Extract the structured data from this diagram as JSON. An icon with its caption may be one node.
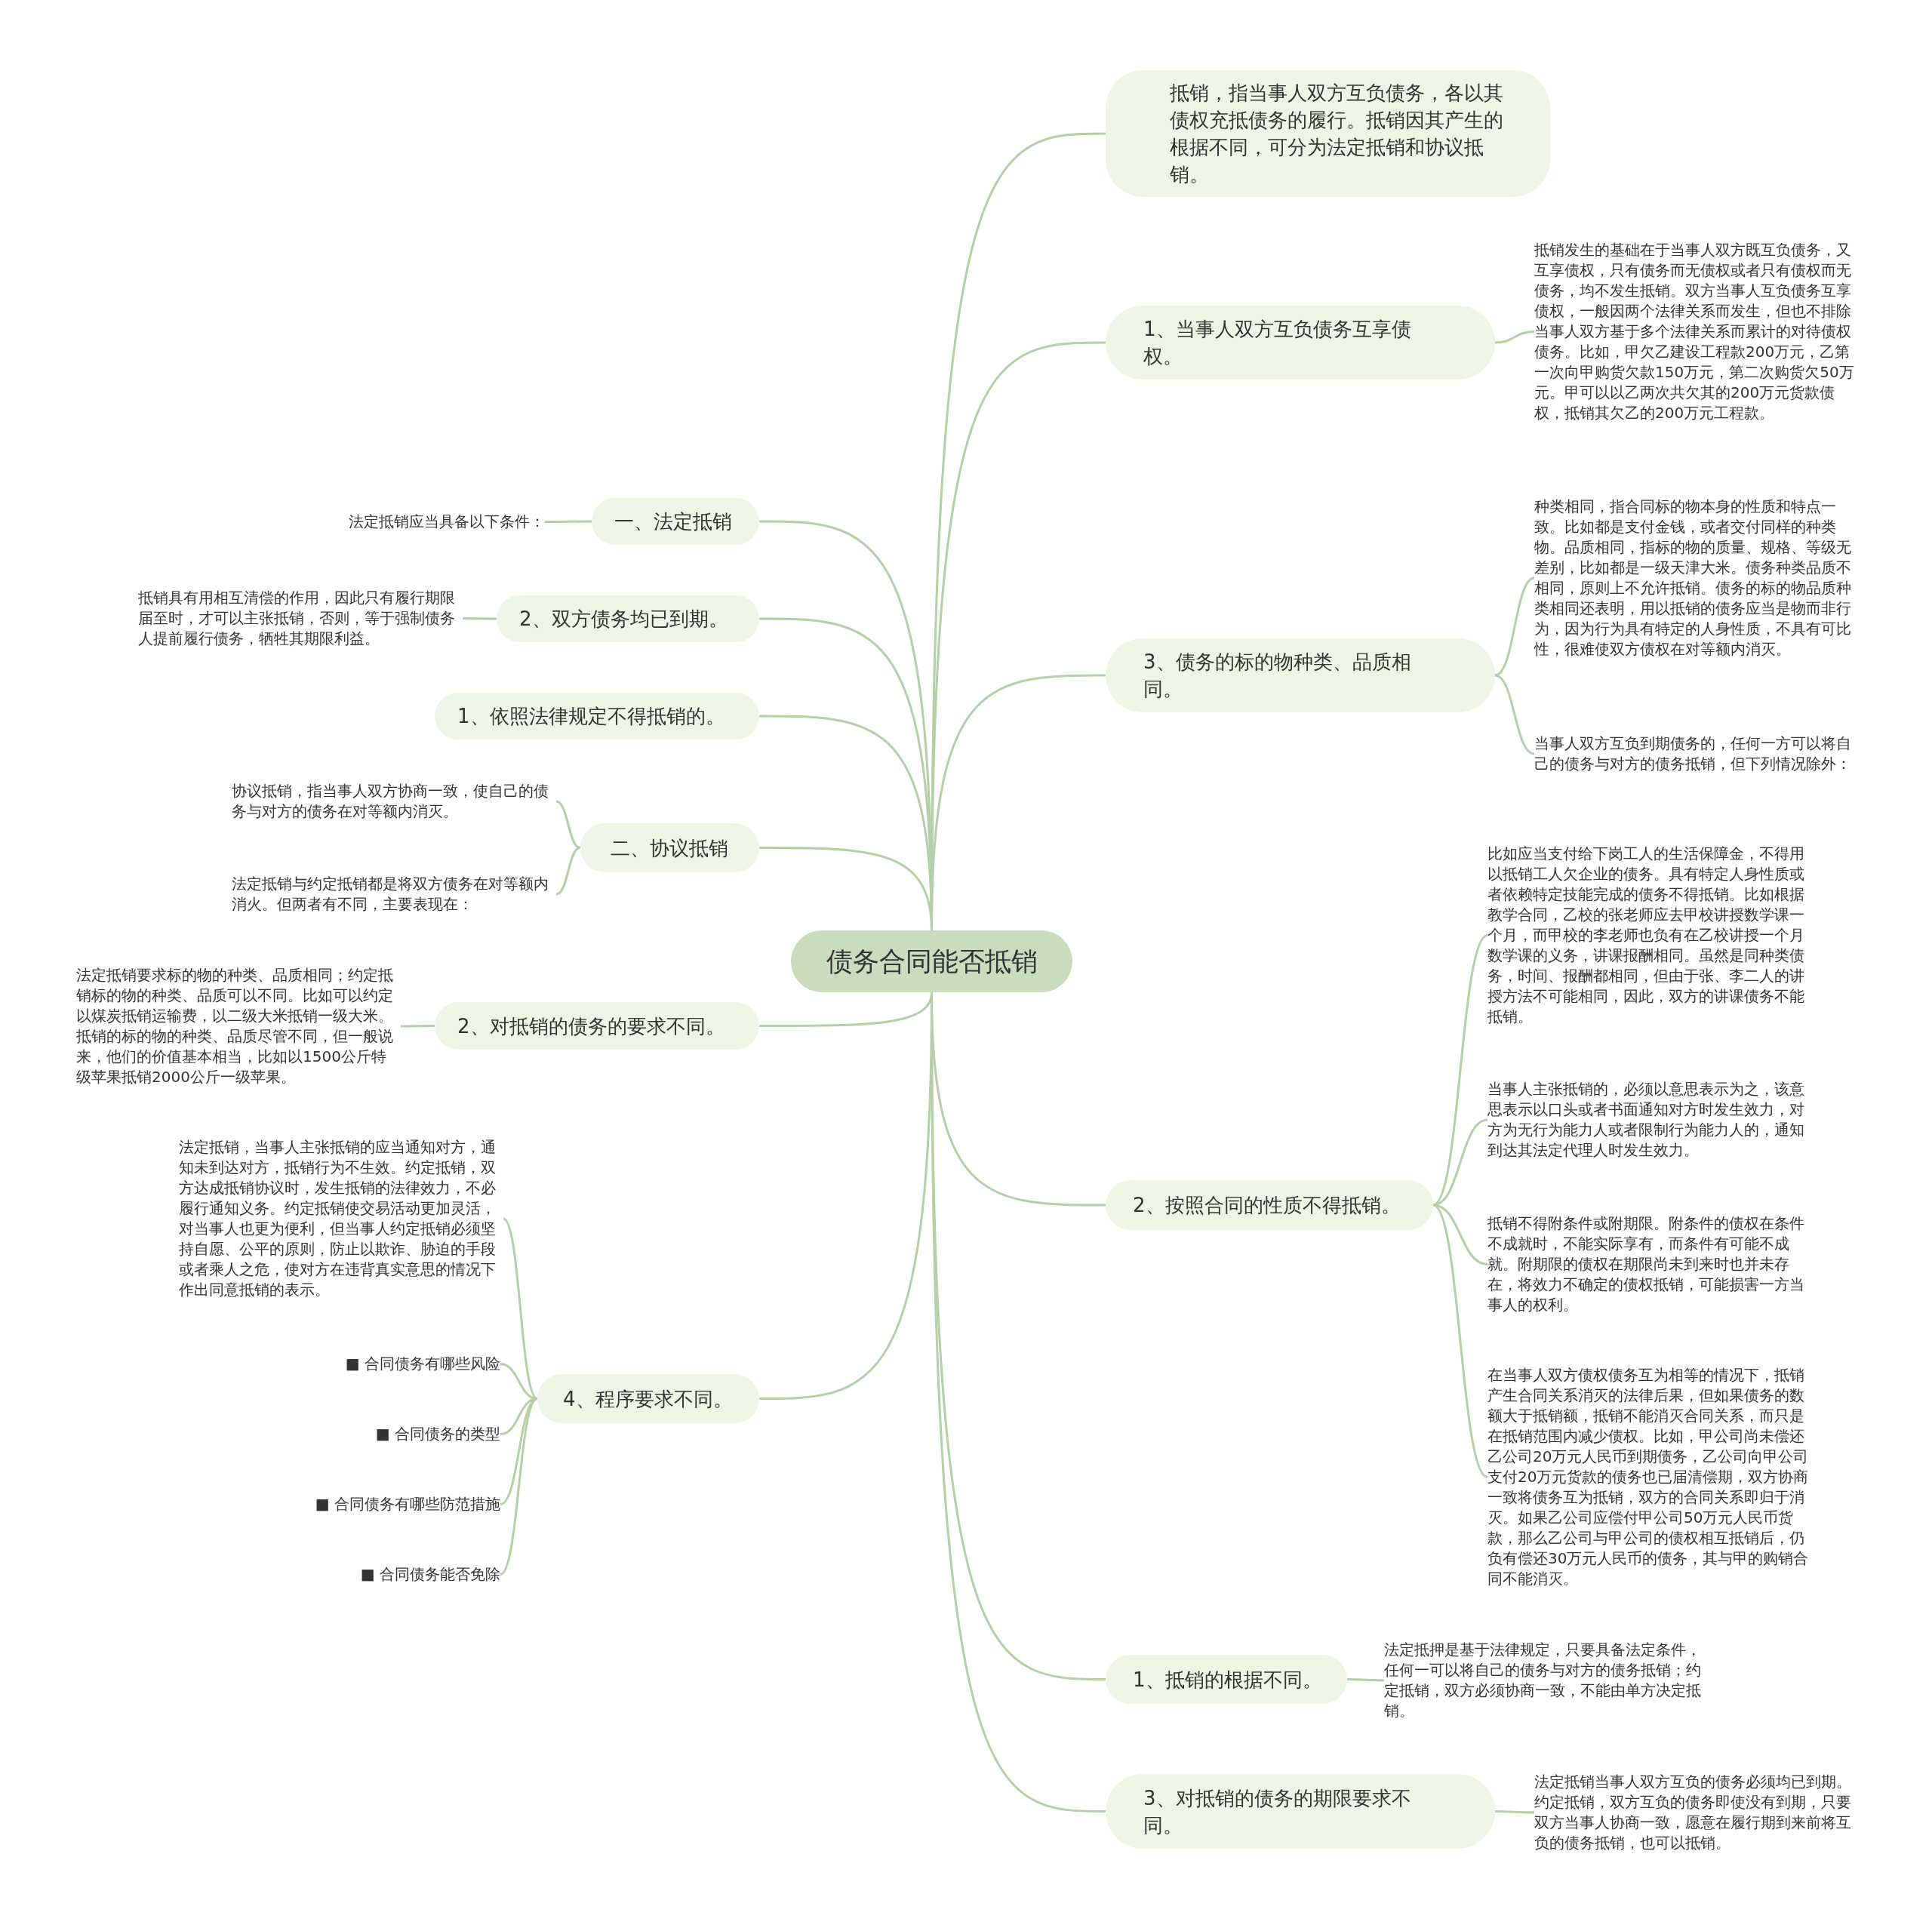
{
  "diagram": {
    "nodes": [
      {
        "text": [
          "债务合同能否抵销"
        ]
      },
      {
        "text": [
          "抵销，指当事人双方互负债务，各以其债权充抵债务的履行。抵销因其产生的根据不同，可分为法定抵销和协议抵销。"
        ]
      },
      {
        "text": [
          "1、当事人双方互负债务互享债权。"
        ]
      },
      {
        "text": [
          "抵销发生的基础在于当事人双方既互负债务，又互享债权，只有债务而无债权或者只有债权而无债务，均不发生抵销。双方当事人互负债务互享债权，一般因两个法律关系而发生，但也不排除当事人双方基于多个法律关系而累计的对待债权债务。比如，甲欠乙建设工程款200万元，乙第一次向甲购货欠款150万元，第二次购货欠50万元。甲可以以乙两次共欠其的200万元货款债权，抵销其欠乙的200万元工程款。"
        ]
      },
      {
        "text": [
          "3、债务的标的物种类、品质相同。"
        ]
      },
      {
        "text": [
          "种类相同，指合同标的物本身的性质和特点一致。比如都是支付金钱，或者交付同样的种类物。品质相同，指标的物的质量、规格、等级无差别，比如都是一级天津大米。债务种类品质不相同，原则上不允许抵销。债务的标的物品质种类相同还表明，用以抵销的债务应当是物而非行为，因为行为具有特定的人身性质，不具有可比性，很难使双方债权在对等额内消灭。"
        ]
      },
      {
        "text": [
          "当事人双方互负到期债务的，任何一方可以将自己的债务与对方的债务抵销，但下列情况除外："
        ]
      },
      {
        "text": [
          "2、按照合同的性质不得抵销。"
        ]
      },
      {
        "text": [
          "比如应当支付给下岗工人的生活保障金，不得用以抵销工人欠企业的债务。具有特定人身性质或者依赖特定技能完成的债务不得抵销。比如根据教学合同，乙校的张老师应去甲校讲授数学课一个月，而甲校的李老师也负有在乙校讲授一个月数学课的义务，讲课报酬相同。虽然是同种类债务，时间、报酬都相同，但由于张、李二人的讲授方法不可能相同，因此，双方的讲课债务不能抵销。"
        ]
      },
      {
        "text": [
          "当事人主张抵销的，必须以意思表示为之，该意思表示以口头或者书面通知对方时发生效力，对方为无行为能力人或者限制行为能力人的，通知到达其法定代理人时发生效力。"
        ]
      },
      {
        "text": [
          "抵销不得附条件或附期限。附条件的债权在条件不成就时，不能实际享有，而条件有可能不成就。附期限的债权在期限尚未到来时也并未存在，将效力不确定的债权抵销，可能损害一方当事人的权利。"
        ]
      },
      {
        "text": [
          "在当事人双方债权债务互为相等的情况下，抵销产生合同关系消灭的法律后果，但如果债务的数额大于抵销额，抵销不能消灭合同关系，而只是在抵销范围内减少债权。比如，甲公司尚未偿还乙公司20万元人民币到期债务，乙公司向甲公司支付20万元货款的债务也已届清偿期，双方协商一致将债务互为抵销，双方的合同关系即归于消灭。如果乙公司应偿付甲公司50万元人民币货款，那么乙公司与甲公司的债权相互抵销后，仍负有偿还30万元人民币的债务，其与甲的购销合同不能消灭。"
        ]
      },
      {
        "text": [
          "1、抵销的根据不同。"
        ]
      },
      {
        "text": [
          "法定抵押是基于法律规定，只要具备法定条件，任何一可以将自己的债务与对方的债务抵销；约定抵销，双方必须协商一致，不能由单方决定抵销。"
        ]
      },
      {
        "text": [
          "3、对抵销的债务的期限要求不同。"
        ]
      },
      {
        "text": [
          "法定抵销当事人双方互负的债务必须均已到期。约定抵销，双方互负的债务即使没有到期，只要双方当事人协商一致，愿意在履行期到来前将互负的债务抵销，也可以抵销。"
        ]
      },
      {
        "text": [
          "一、法定抵销"
        ]
      },
      {
        "text": [
          "法定抵销应当具备以下条件："
        ]
      },
      {
        "text": [
          "2、双方债务均已到期。"
        ]
      },
      {
        "text": [
          "抵销具有用相互清偿的作用，因此只有履行期限届至时，才可以主张抵销，否则，等于强制债务人提前履行债务，牺牲其期限利益。"
        ]
      },
      {
        "text": [
          "1、依照法律规定不得抵销的。"
        ]
      },
      {
        "text": [
          "二、协议抵销"
        ]
      },
      {
        "text": [
          "协议抵销，指当事人双方协商一致，使自己的债务与对方的债务在对等额内消灭。"
        ]
      },
      {
        "text": [
          "法定抵销与约定抵销都是将双方债务在对等额内消火。但两者有不同，主要表现在："
        ]
      },
      {
        "text": [
          "2、对抵销的债务的要求不同。"
        ]
      },
      {
        "text": [
          "法定抵销要求标的物的种类、品质相同；约定抵销标的物的种类、品质可以不同。比如可以约定以煤炭抵销运输费，以二级大米抵销一级大米。抵销的标的物的种类、品质尽管不同，但一般说来，他们的价值基本相当，比如以1500公斤特级苹果抵销2000公斤一级苹果。"
        ]
      },
      {
        "text": [
          "4、程序要求不同。"
        ]
      },
      {
        "text": [
          "法定抵销，当事人主张抵销的应当通知对方，通知未到达对方，抵销行为不生效。约定抵销，双方达成抵销协议时，发生抵销的法律效力，不必履行通知义务。约定抵销使交易活动更加灵活，对当事人也更为便利，但当事人约定抵销必须坚持自愿、公平的原则，防止以欺诈、胁迫的手段或者乘人之危，使对方在违背真实意思的情况下作出同意抵销的表示。"
        ]
      },
      {
        "text": [
          "■ 合同债务有哪些风险"
        ]
      },
      {
        "text": [
          "■ 合同债务的类型"
        ]
      },
      {
        "text": [
          "■ 合同债务有哪些防范措施"
        ]
      },
      {
        "text": [
          "■ 合同债务能否免除"
        ]
      }
    ],
    "edges": [
      {
        "from": 0,
        "to": 1,
        "arrow": "none"
      },
      {
        "from": 0,
        "to": 2,
        "arrow": "none"
      },
      {
        "from": 2,
        "to": 3,
        "arrow": "none"
      },
      {
        "from": 0,
        "to": 4,
        "arrow": "none"
      },
      {
        "from": 4,
        "to": 5,
        "arrow": "none"
      },
      {
        "from": 4,
        "to": 6,
        "arrow": "none"
      },
      {
        "from": 0,
        "to": 7,
        "arrow": "none"
      },
      {
        "from": 7,
        "to": 8,
        "arrow": "none"
      },
      {
        "from": 7,
        "to": 9,
        "arrow": "none"
      },
      {
        "from": 7,
        "to": 10,
        "arrow": "none"
      },
      {
        "from": 7,
        "to": 11,
        "arrow": "none"
      },
      {
        "from": 0,
        "to": 12,
        "arrow": "none"
      },
      {
        "from": 12,
        "to": 13,
        "arrow": "none"
      },
      {
        "from": 0,
        "to": 14,
        "arrow": "none"
      },
      {
        "from": 14,
        "to": 15,
        "arrow": "none"
      },
      {
        "from": 0,
        "to": 16,
        "arrow": "none"
      },
      {
        "from": 16,
        "to": 17,
        "arrow": "none"
      },
      {
        "from": 0,
        "to": 18,
        "arrow": "none"
      },
      {
        "from": 18,
        "to": 19,
        "arrow": "none"
      },
      {
        "from": 0,
        "to": 20,
        "arrow": "none"
      },
      {
        "from": 0,
        "to": 21,
        "arrow": "none"
      },
      {
        "from": 21,
        "to": 22,
        "arrow": "none"
      },
      {
        "from": 21,
        "to": 23,
        "arrow": "none"
      },
      {
        "from": 0,
        "to": 24,
        "arrow": "none"
      },
      {
        "from": 24,
        "to": 25,
        "arrow": "none"
      },
      {
        "from": 0,
        "to": 26,
        "arrow": "none"
      },
      {
        "from": 26,
        "to": 27,
        "arrow": "none"
      },
      {
        "from": 26,
        "to": 28,
        "arrow": "none"
      },
      {
        "from": 26,
        "to": 29,
        "arrow": "none"
      },
      {
        "from": 26,
        "to": 30,
        "arrow": "none"
      },
      {
        "from": 26,
        "to": 31,
        "arrow": "none"
      }
    ]
  }
}
